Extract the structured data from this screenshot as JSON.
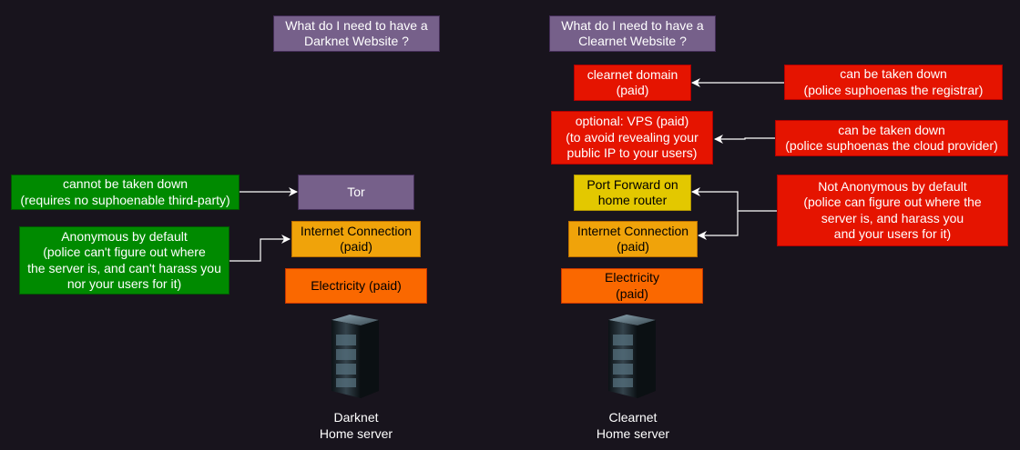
{
  "darknet": {
    "question": "What do I need to have a\nDarknet Website ?",
    "tor": "Tor",
    "internet": "Internet Connection\n(paid)",
    "electricity": "Electricity (paid)",
    "server_label": "Darknet\nHome server",
    "note_takedown": "cannot be taken down\n(requires no suphoenable third-party)",
    "note_anonymous": "Anonymous by default\n(police can't figure out where\nthe server is, and can't harass you\nnor your users for it)"
  },
  "clearnet": {
    "question": "What do I need to have a\nClearnet Website ?",
    "domain": "clearnet domain\n(paid)",
    "vps": "optional: VPS (paid)\n(to avoid revealing your\npublic IP to your users)",
    "port_forward": "Port Forward on\nhome router",
    "internet": "Internet Connection\n(paid)",
    "electricity": "Electricity\n(paid)",
    "server_label": "Clearnet\nHome server",
    "note_registrar": "can be taken down\n(police suphoenas the registrar)",
    "note_cloud": "can be taken down\n(police suphoenas the cloud provider)",
    "note_not_anonymous": "Not Anonymous by default\n(police can figure out where the\nserver is, and harass you\nand your users for it)"
  },
  "colors": {
    "background": "#18141d",
    "purple": "#76608a",
    "red": "#e51400",
    "green": "#008a00",
    "orange": "#fa6800",
    "amber": "#f0a30a",
    "yellow": "#e3c800"
  },
  "icons": [
    "server-rack-icon"
  ]
}
